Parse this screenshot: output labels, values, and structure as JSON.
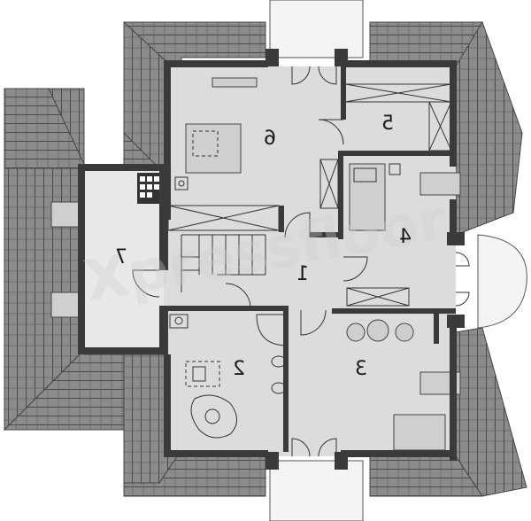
{
  "plan": {
    "rooms": [
      {
        "id": "1",
        "label": "1"
      },
      {
        "id": "2",
        "label": "2"
      },
      {
        "id": "3",
        "label": "3"
      },
      {
        "id": "4",
        "label": "4"
      },
      {
        "id": "5",
        "label": "5"
      },
      {
        "id": "6",
        "label": "6"
      },
      {
        "id": "7",
        "label": "7"
      }
    ],
    "colors": {
      "roof": "#8a8a8a",
      "roof_line": "#5a5a5a",
      "wall": "#3a3a3a",
      "floor": "#dcdcdc"
    }
  }
}
